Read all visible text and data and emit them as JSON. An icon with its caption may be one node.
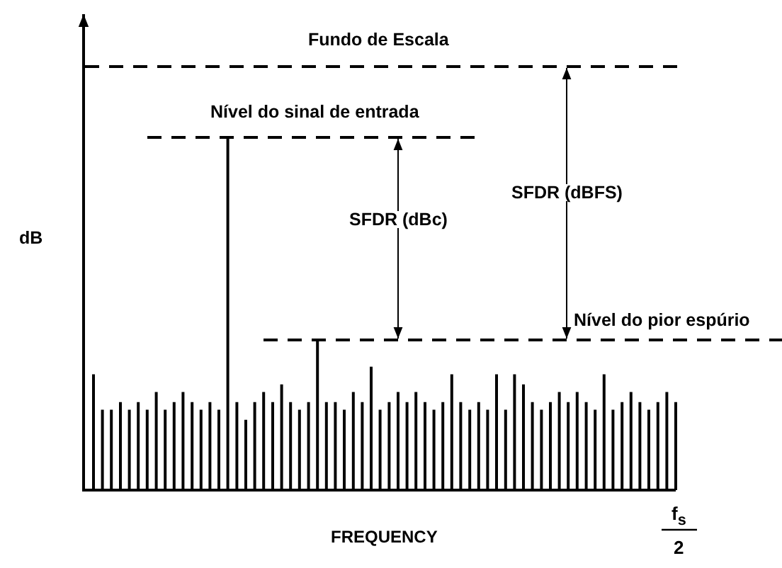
{
  "diagram": {
    "labels": [
      "Fundo de Escala",
      "Nível do sinal de entrada",
      "SFDR (dBFS)",
      "SFDR (dBc)",
      "Nível do pior espúrio",
      "dB",
      "FREQUENCY",
      "f$_{s}$",
      "2"
    ]
  }
}
